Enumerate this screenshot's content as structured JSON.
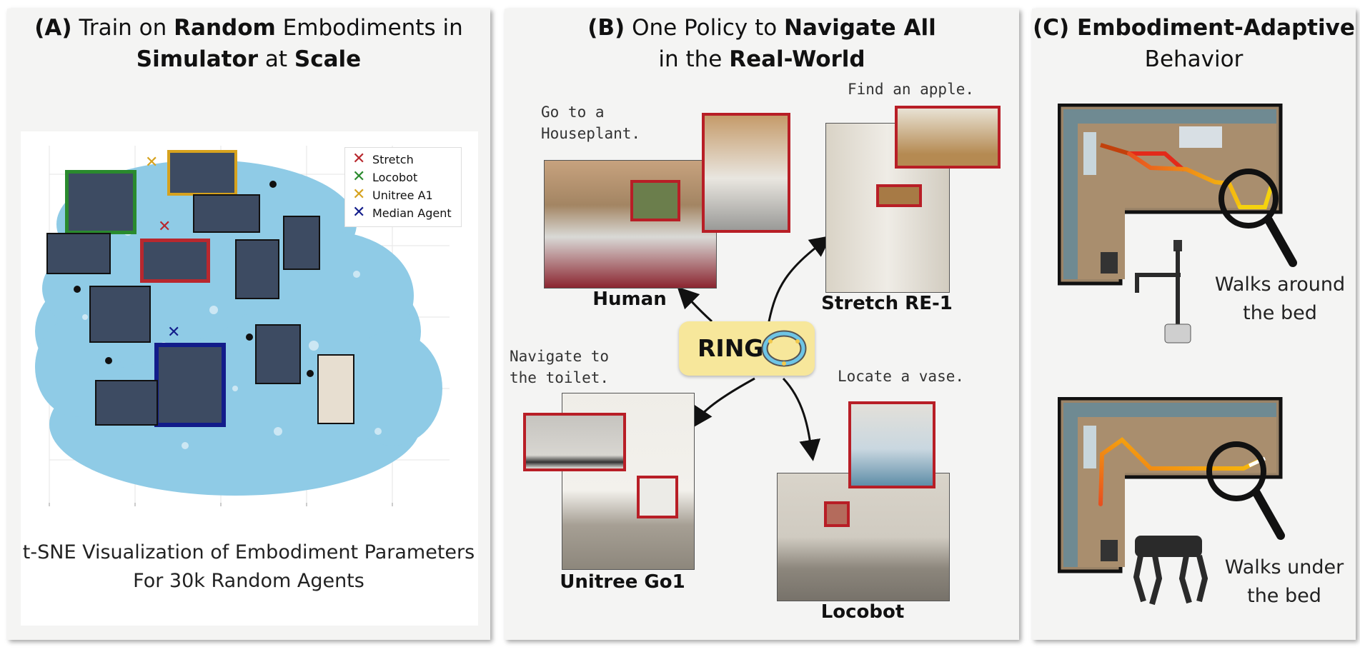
{
  "panel_a": {
    "title": {
      "prefix": "(A)",
      "t1": " Train on ",
      "b1": "Random",
      "t2": " Embodiments in",
      "b2": "Simulator",
      "t3": " at ",
      "b3": "Scale"
    },
    "legend": [
      {
        "name": "Stretch",
        "color": "#b8282e"
      },
      {
        "name": "Locobot",
        "color": "#2a8a2e"
      },
      {
        "name": "Unitree A1",
        "color": "#d6a21e"
      },
      {
        "name": "Median Agent",
        "color": "#121c8a"
      }
    ],
    "caption_line1": "t-SNE Visualization of Embodiment Parameters",
    "caption_line2": "For 30k Random Agents",
    "colors": {
      "cloud": "#8fcbe6",
      "frame_dark": "#111111"
    }
  },
  "panel_b": {
    "title": {
      "prefix": "(B)",
      "t1": " One Policy to ",
      "b1": "Navigate All",
      "t2": "in the ",
      "b2": "Real-World"
    },
    "center_badge": "RING",
    "robots": [
      {
        "label": "Human",
        "instruction": "Go to a\nHouseplant."
      },
      {
        "label": "Stretch RE-1",
        "instruction": "Find an apple."
      },
      {
        "label": "Unitree Go1",
        "instruction": "Navigate to\nthe toilet."
      },
      {
        "label": "Locobot",
        "instruction": "Locate a vase."
      }
    ],
    "colors": {
      "zoom_frame": "#b81e26",
      "badge_bg": "#f7e79b"
    }
  },
  "panel_c": {
    "title": {
      "prefix": "(C)",
      "b1": " Embodiment-Adaptive",
      "t1": "Behavior"
    },
    "top_caption": [
      "Walks around",
      "the bed"
    ],
    "bottom_caption": [
      "Walks under",
      "the bed"
    ]
  }
}
